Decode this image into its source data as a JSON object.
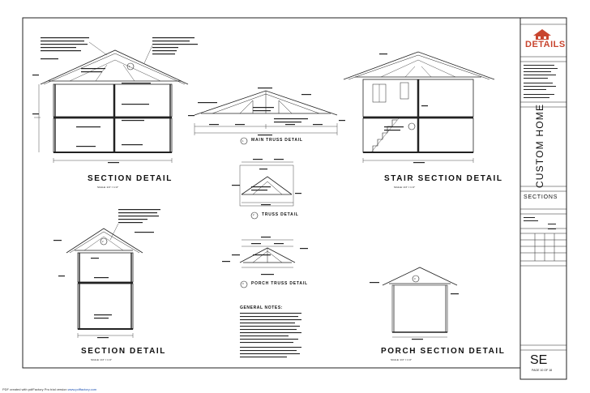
{
  "sheet": {
    "footer_prefix": "PDF created with pdfFactory Pro trial version",
    "footer_link": "www.pdffactory.com"
  },
  "details": [
    {
      "title": "SECTION DETAIL",
      "scale": "SCALE: 1/4\" = 1'-0\""
    },
    {
      "title": "SECTION DETAIL",
      "scale": "SCALE: 1/4\" = 1'-0\""
    },
    {
      "title": "STAIR SECTION DETAIL",
      "scale": "SCALE: 1/4\" = 1'-0\""
    },
    {
      "title": "PORCH SECTION DETAIL",
      "scale": "SCALE: 1/4\" = 1'-0\""
    }
  ],
  "truss_details": [
    {
      "number": "1",
      "title": "MAIN TRUSS DETAIL"
    },
    {
      "number": "2",
      "title": "TRUSS DETAIL"
    },
    {
      "number": "3",
      "title": "PORCH TRUSS DETAIL"
    }
  ],
  "section_markers": [
    "1",
    "2",
    "3"
  ],
  "general_notes": {
    "title": "GENERAL NOTES:"
  },
  "title_block": {
    "logo": "DETAILS",
    "project": "CUSTOM HOME",
    "sheet_name": "SECTIONS",
    "sheet_number": "SE",
    "page": "PAGE 10 OF 18"
  }
}
